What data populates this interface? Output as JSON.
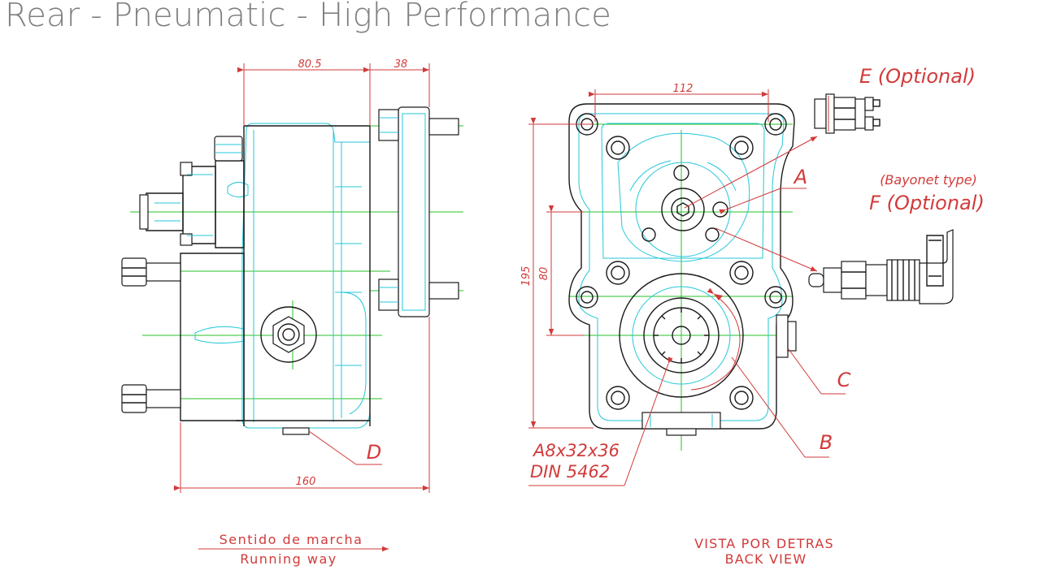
{
  "title": "Rear - Pneumatic - High Performance",
  "colors": {
    "annotation": "#d23a3a",
    "outline": "#23c7d9",
    "centerline": "#27c127",
    "body": "#1a1a1a",
    "title": "#808080"
  },
  "dimensions": {
    "d_80_5": "80.5",
    "d_38": "38",
    "d_160": "160",
    "d_112": "112",
    "d_195": "195",
    "d_80": "80"
  },
  "callouts": {
    "a": "A",
    "b": "B",
    "c": "C",
    "d": "D",
    "e": "E (Optional)",
    "f_note": "(Bayonet type)",
    "f": "F (Optional)",
    "spline_1": "A8x32x36",
    "spline_2": "DIN 5462"
  },
  "captions": {
    "direction_es": "Sentido de marcha",
    "direction_en": "Running way",
    "view_es": "VISTA POR DETRAS",
    "view_en": "BACK VIEW"
  }
}
